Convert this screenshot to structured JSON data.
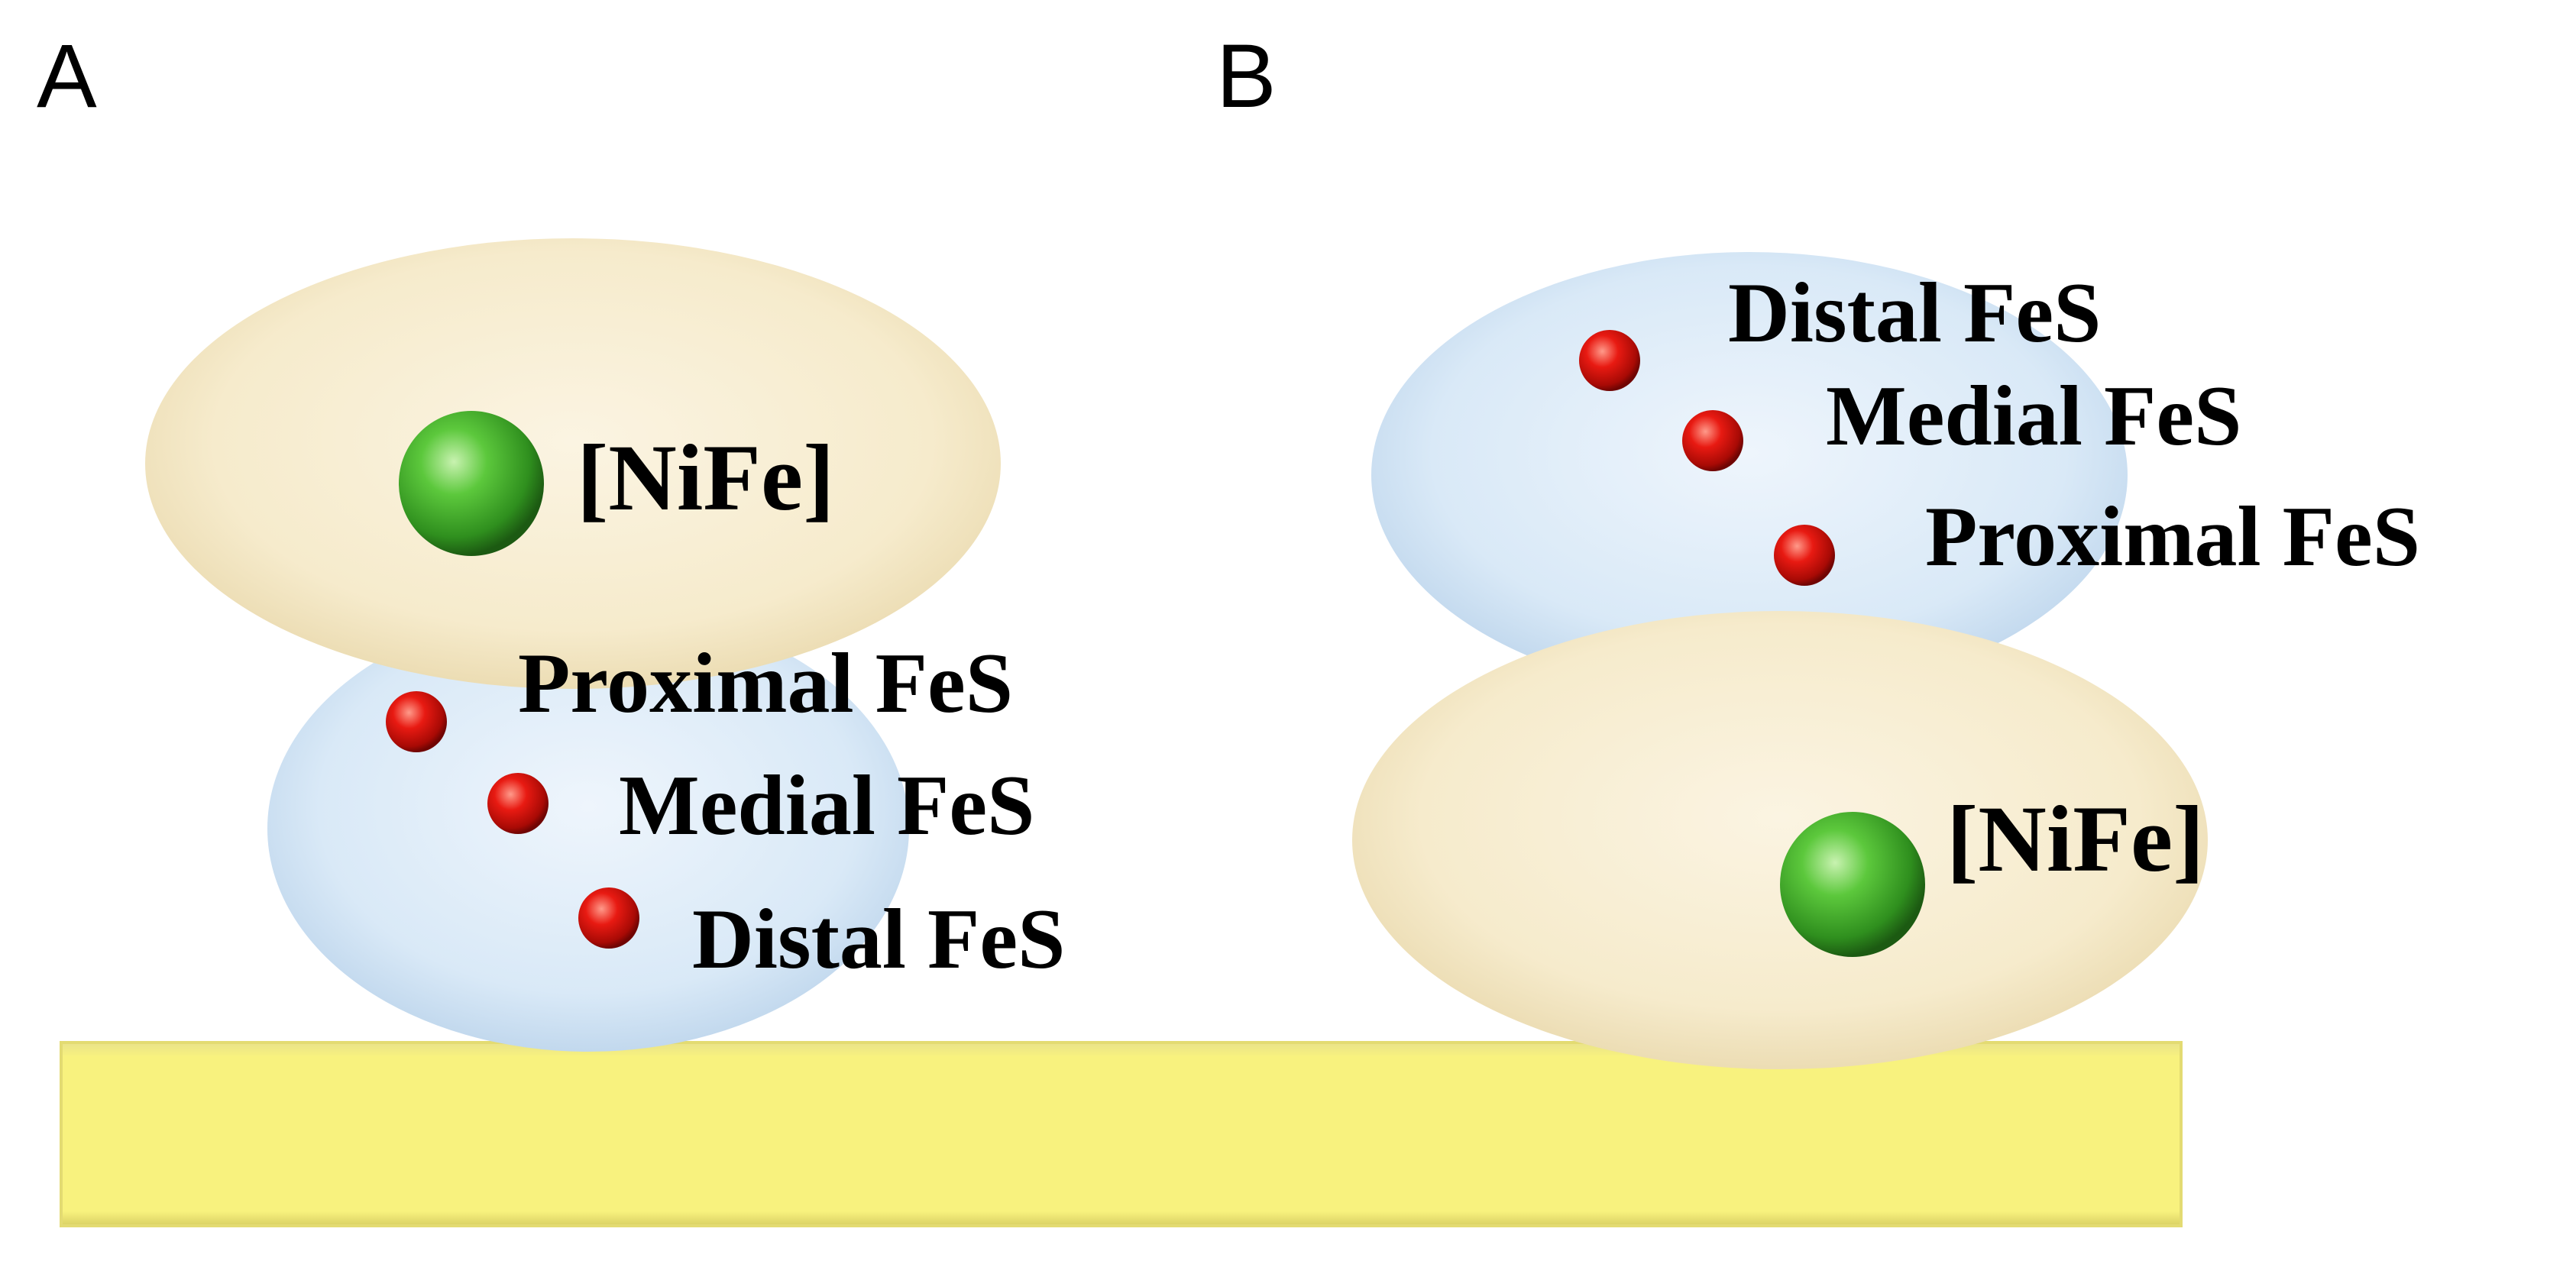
{
  "panels": {
    "a": {
      "letter": "A",
      "large_subunit_label": "[NiFe]",
      "small_subunit_labels": {
        "proximal": "Proximal FeS",
        "medial": "Medial FeS",
        "distal": "Distal FeS"
      }
    },
    "b": {
      "letter": "B",
      "large_subunit_label": "[NiFe]",
      "small_subunit_labels": {
        "distal": "Distal FeS",
        "medial": "Medial FeS",
        "proximal": "Proximal FeS"
      }
    }
  },
  "colors": {
    "large_subunit": "#f6ebcc",
    "small_subunit": "#dbeaf7",
    "nife_center": "#44b52a",
    "fes_cluster": "#e0100f",
    "electrode": "#f7f07a"
  }
}
